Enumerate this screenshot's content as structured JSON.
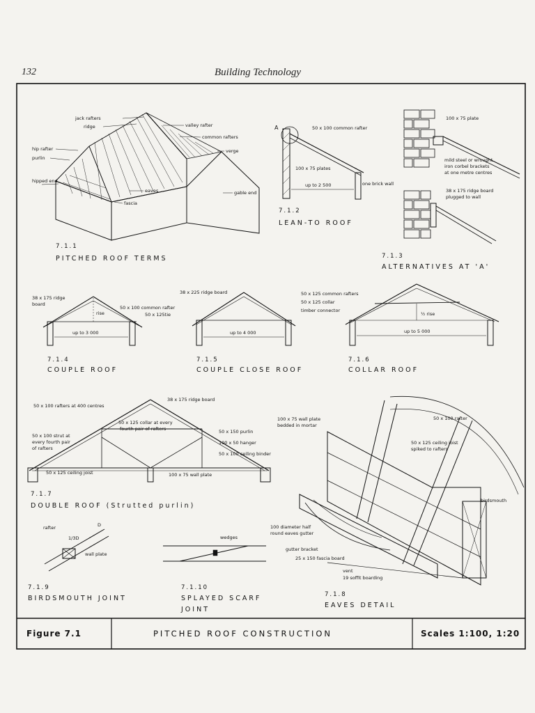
{
  "header": {
    "page_number": "132",
    "book_title": "Building Technology"
  },
  "figure_7_1_1": {
    "number": "7.1.1",
    "caption": "PITCHED ROOF TERMS",
    "labels": [
      "jack rafters",
      "ridge",
      "valley rafter",
      "common rafters",
      "verge",
      "hip rafter",
      "purlin",
      "hipped end",
      "eaves",
      "fascia",
      "gable end"
    ]
  },
  "figure_7_1_2": {
    "number": "7.1.2",
    "caption": "LEAN-TO ROOF",
    "marker": "A",
    "labels": [
      "50 x 100 common rafter",
      "100 x 75 plates",
      "up to 2 500",
      "one brick wall"
    ]
  },
  "figure_7_1_3": {
    "number": "7.1.3",
    "caption": "ALTERNATIVES AT 'A'",
    "labels": [
      "100 x 75 plate",
      "mild steel or wrought",
      "iron corbel brackets",
      "at one metre centres",
      "38 x 175 ridge board",
      "plugged to wall"
    ]
  },
  "figure_7_1_4": {
    "number": "7.1.4",
    "caption": "COUPLE ROOF",
    "labels": [
      "38 x 175 ridge",
      "board",
      "50 x 100 common rafter",
      "50 x 125tie",
      "rise",
      "up to 3 000"
    ]
  },
  "figure_7_1_5": {
    "number": "7.1.5",
    "caption": "COUPLE CLOSE ROOF",
    "labels": [
      "38 x 225 ridge board",
      "up to 4 000"
    ]
  },
  "figure_7_1_6": {
    "number": "7.1.6",
    "caption": "COLLAR ROOF",
    "labels": [
      "50 x 125 common rafters",
      "50 x 125 collar",
      "timber connector",
      "½ rise",
      "up to 5 000"
    ]
  },
  "figure_7_1_7": {
    "number": "7.1.7",
    "caption": "DOUBLE ROOF (Strutted purlin)",
    "labels": [
      "38 x 175 ridge board",
      "50 x 100 rafters at 400 centres",
      "50 x 125 collar at every",
      "fourth pair of rafters",
      "50 x 150 purlin",
      "50 x 100 strut at",
      "every fourth pair",
      "of rafters",
      "100 x 50 hanger",
      "50 x 100 ceiling binder",
      "50 x 125 ceiling joist",
      "100 x 75 wall plate"
    ]
  },
  "figure_7_1_8": {
    "number": "7.1.8",
    "caption": "EAVES DETAIL",
    "labels": [
      "100 x 75 wall plate",
      "bedded in mortar",
      "50 x 100 rafter",
      "50 x 125 ceiling joist",
      "spiked to rafters",
      "birdsmouth",
      "100 diameter half",
      "round eaves gutter",
      "gutter bracket",
      "25 x 150 fascia board",
      "vent",
      "19 soffit boarding"
    ]
  },
  "figure_7_1_9": {
    "number": "7.1.9",
    "caption": "BIRDSMOUTH JOINT",
    "labels": [
      "rafter",
      "D",
      "1/3D",
      "wall plate"
    ]
  },
  "figure_7_1_10": {
    "number": "7.1.10",
    "caption_line1": "SPLAYED SCARF",
    "caption_line2": "JOINT",
    "labels": [
      "wedges"
    ]
  },
  "title_block": {
    "figure": "Figure 7.1",
    "title": "PITCHED ROOF CONSTRUCTION",
    "scales": "Scales 1:100, 1:20"
  }
}
